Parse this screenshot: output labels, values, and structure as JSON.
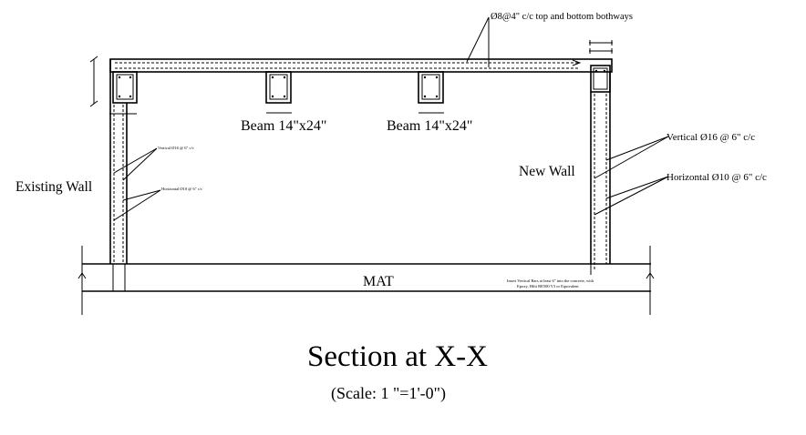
{
  "labels": {
    "slab_rebar": "Ø8@4\" c/c top and bottom bothways",
    "beam_left": "Beam 14\"x24\"",
    "beam_right": "Beam 14\"x24\"",
    "existing_wall": "Existing Wall",
    "existing_vertical": "Vertical Ø16 @ 6\" c/c",
    "existing_horizontal": "Horizontal Ø10 @ 6\" c/c",
    "new_wall": "New Wall",
    "new_vertical": "Vertical Ø16 @ 6\" c/c",
    "new_horizontal": "Horizontal Ø10 @ 6\" c/c",
    "mat": "MAT",
    "epoxy_note_line1": "Insert Vertical Bars at least 6\" into the concrete, with",
    "epoxy_note_line2": "Epoxy, Hilti RE500 V3 or Equivalent"
  },
  "title": {
    "main": "Section at X-X",
    "scale": "(Scale: 1 \"=1'-0\")"
  },
  "colors": {
    "ink": "#000000",
    "background": "#ffffff"
  }
}
